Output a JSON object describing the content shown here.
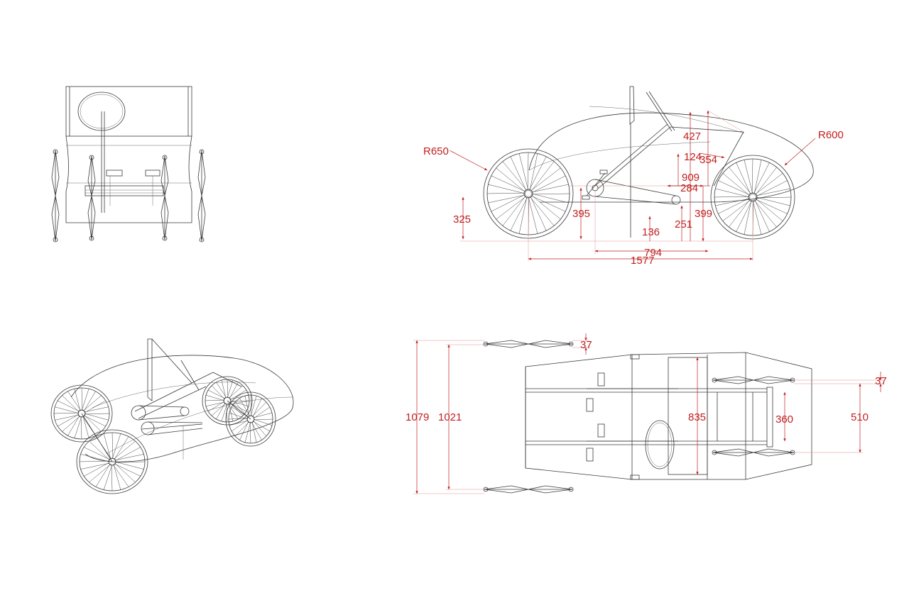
{
  "diagram": {
    "colors": {
      "line": "#3a3a3a",
      "dimension": "#c02020",
      "background": "#ffffff"
    },
    "side_view": {
      "radius_rear": "R650",
      "radius_front": "R600",
      "dims": {
        "d325": "325",
        "d395": "395",
        "d427": "427",
        "d124": "124",
        "d354": "354",
        "d909": "909",
        "d284": "284",
        "d399": "399",
        "d136": "136",
        "d251": "251",
        "d794": "794",
        "d1577": "1577"
      }
    },
    "top_view": {
      "dims": {
        "d37a": "37",
        "d37b": "37",
        "d1079": "1079",
        "d1021": "1021",
        "d835": "835",
        "d360": "360",
        "d510": "510"
      }
    },
    "views": [
      "front-view",
      "side-view",
      "isometric-view",
      "top-view"
    ]
  }
}
